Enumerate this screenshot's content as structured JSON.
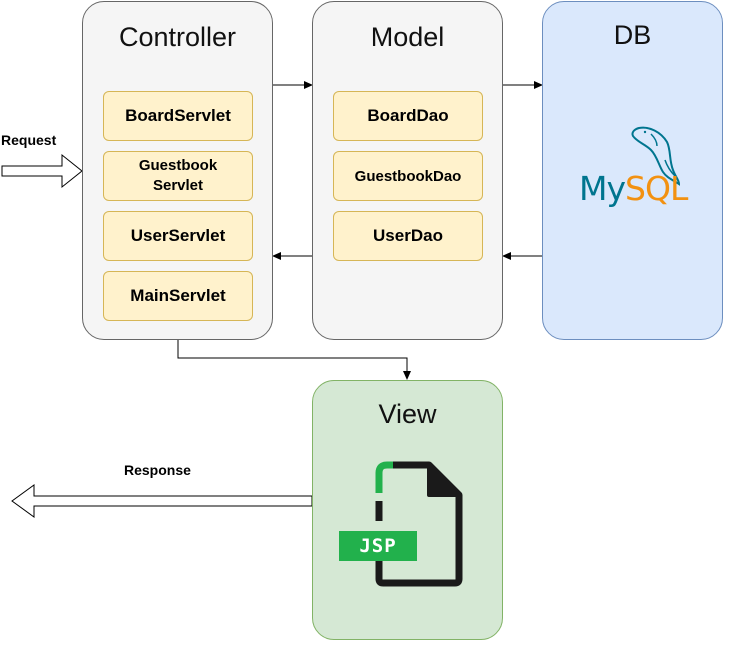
{
  "controller": {
    "title": "Controller",
    "items": [
      {
        "label": "BoardServlet"
      },
      {
        "label": "Guestbook\nServlet"
      },
      {
        "label": "UserServlet"
      },
      {
        "label": "MainServlet"
      }
    ]
  },
  "model": {
    "title": "Model",
    "items": [
      {
        "label": "BoardDao"
      },
      {
        "label": "GuestbookDao"
      },
      {
        "label": "UserDao"
      }
    ]
  },
  "db": {
    "title": "DB",
    "logo_text": "MySQL"
  },
  "view": {
    "title": "View",
    "file_badge": "JSP"
  },
  "labels": {
    "request": "Request",
    "response": "Response"
  },
  "colors": {
    "panel_gray": "#f5f5f5",
    "db_blue": "#dae8fc",
    "db_border": "#6c8ebf",
    "view_green": "#d5e8d4",
    "view_border": "#82b366",
    "item_fill": "#fff2cc",
    "item_border": "#d6b656",
    "mysql_blue": "#00758f",
    "mysql_orange": "#f29111",
    "jsp_green": "#22b14c",
    "doc_dark": "#1a1a1a"
  },
  "icons": {
    "db_logo": "mysql-dolphin-logo",
    "view_icon": "jsp-file-icon"
  }
}
